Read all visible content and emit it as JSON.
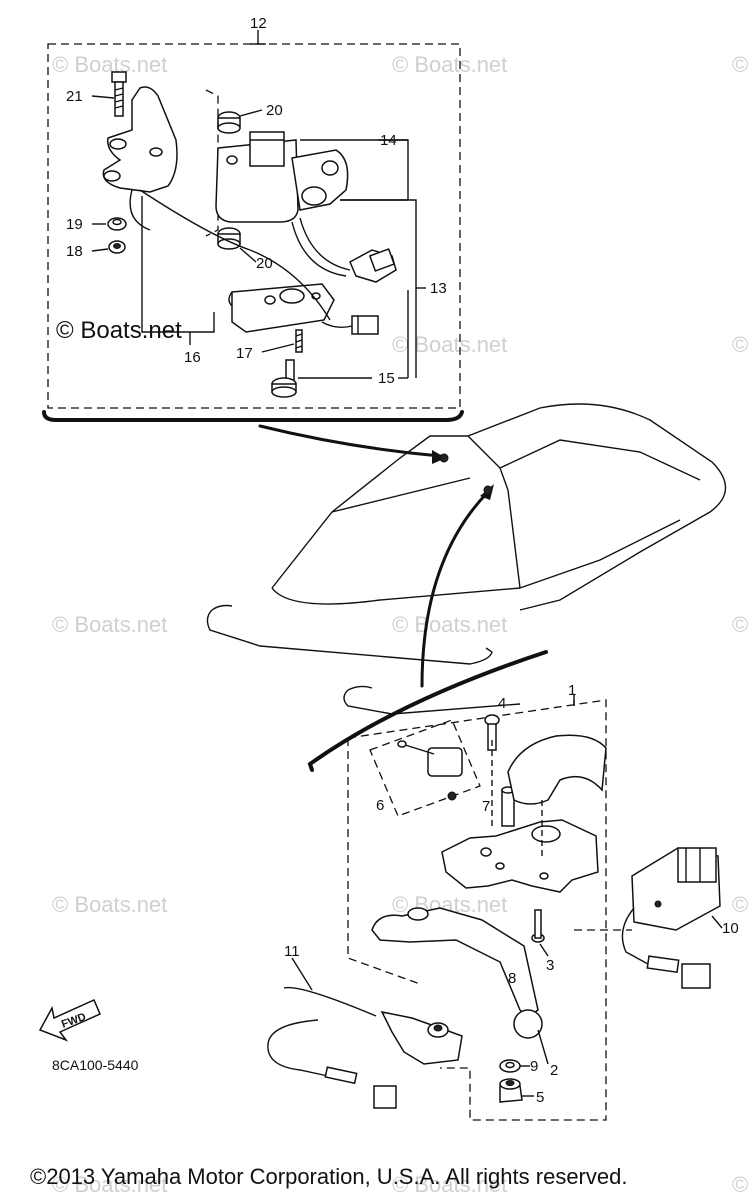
{
  "watermarks": [
    "© Boats.net"
  ],
  "main_watermark": "© Boats.net",
  "diagram_code": "8CA100-5440",
  "fwd_label": "FWD",
  "copyright": "©2013 Yamaha Motor Corporation, U.S.A. All rights reserved.",
  "callouts": {
    "c1": "1",
    "c2": "2",
    "c3": "3",
    "c4": "4",
    "c5": "5",
    "c6": "6",
    "c7": "7",
    "c8": "8",
    "c9": "9",
    "c10": "10",
    "c11": "11",
    "c12": "12",
    "c13": "13",
    "c14": "14",
    "c15": "15",
    "c16": "16",
    "c17": "17",
    "c18": "18",
    "c19": "19",
    "c20a": "20",
    "c20b": "20",
    "c21": "21"
  }
}
